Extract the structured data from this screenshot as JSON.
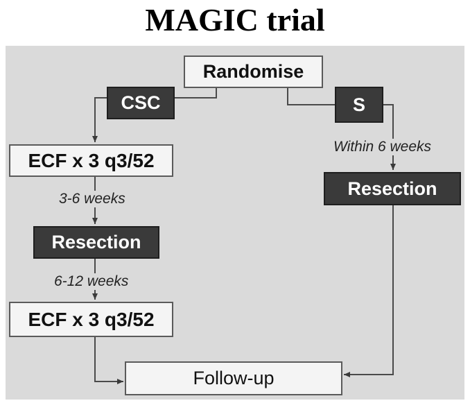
{
  "title": "MAGIC trial",
  "nodes": {
    "randomise": "Randomise",
    "csc": "CSC",
    "s": "S",
    "ecf_pre": "ECF x 3 q3/52",
    "resection_left": "Resection",
    "ecf_post": "ECF x 3 q3/52",
    "resection_right": "Resection",
    "follow_up": "Follow-up"
  },
  "intervals": {
    "pre_surgery": "3-6 weeks",
    "post_surgery": "6-12 weeks",
    "surgery_only": "Within 6 weeks"
  },
  "colors": {
    "panel": "#dadada",
    "light_box": "#f4f4f4",
    "dark_box": "#3a3a3a",
    "line": "#4a4a4a"
  }
}
